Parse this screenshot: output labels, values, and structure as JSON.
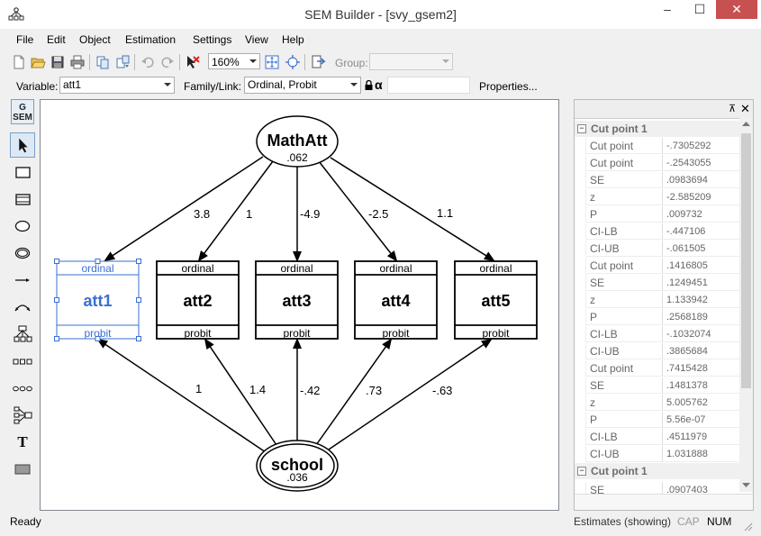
{
  "window": {
    "title": "SEM Builder - [svy_gsem2]",
    "minimize": "–",
    "maximize": "☐",
    "close": "✕"
  },
  "menu": [
    "File",
    "Edit",
    "Object",
    "Estimation",
    "Settings",
    "View",
    "Help"
  ],
  "toolbar": {
    "zoom": "160%",
    "group_label": "Group:",
    "group_value": ""
  },
  "props_bar": {
    "variable_label": "Variable:",
    "variable_value": "att1",
    "family_label": "Family/Link:",
    "family_value": "Ordinal, Probit",
    "alpha": "α",
    "properties_button": "Properties..."
  },
  "left_toolbar": {
    "gsem": [
      "G",
      "SEM"
    ],
    "text_tool": "T"
  },
  "diagram": {
    "latent_top": {
      "name": "MathAtt",
      "value": ".062"
    },
    "latent_bottom": {
      "name": "school",
      "value": ".036"
    },
    "observed": [
      {
        "name": "att1",
        "top": "ordinal",
        "bottom": "probit",
        "selected": true
      },
      {
        "name": "att2",
        "top": "ordinal",
        "bottom": "probit",
        "selected": false
      },
      {
        "name": "att3",
        "top": "ordinal",
        "bottom": "probit",
        "selected": false
      },
      {
        "name": "att4",
        "top": "ordinal",
        "bottom": "probit",
        "selected": false
      },
      {
        "name": "att5",
        "top": "ordinal",
        "bottom": "probit",
        "selected": false
      }
    ],
    "top_paths": [
      "3.8",
      "1",
      "-4.9",
      "-2.5",
      "1.1"
    ],
    "bottom_paths": [
      "1",
      "1.4",
      "-.42",
      ".73",
      "-.63"
    ]
  },
  "properties_panel": {
    "pin": "⊼",
    "close": "✕",
    "section_title": "Cut point 1",
    "section_toggle": "−",
    "rows": [
      {
        "k": "Cut point",
        "v": "-.7305292"
      },
      {
        "k": "Cut point",
        "v": "-.2543055"
      },
      {
        "k": "SE",
        "v": ".0983694"
      },
      {
        "k": "z",
        "v": "-2.585209"
      },
      {
        "k": "P",
        "v": ".009732"
      },
      {
        "k": "CI-LB",
        "v": "-.447106"
      },
      {
        "k": "CI-UB",
        "v": "-.061505"
      },
      {
        "k": "Cut point",
        "v": ".1416805"
      },
      {
        "k": "SE",
        "v": ".1249451"
      },
      {
        "k": "z",
        "v": "1.133942"
      },
      {
        "k": "P",
        "v": ".2568189"
      },
      {
        "k": "CI-LB",
        "v": "-.1032074"
      },
      {
        "k": "CI-UB",
        "v": ".3865684"
      },
      {
        "k": "Cut point",
        "v": ".7415428"
      },
      {
        "k": "SE",
        "v": ".1481378"
      },
      {
        "k": "z",
        "v": "5.005762"
      },
      {
        "k": "P",
        "v": "5.56e-07"
      },
      {
        "k": "CI-LB",
        "v": ".4511979"
      },
      {
        "k": "CI-UB",
        "v": "1.031888"
      }
    ],
    "section2_title": "Cut point 1",
    "section2_toggle": "−",
    "last_row": {
      "k": "SE",
      "v": ".0907403"
    }
  },
  "status": {
    "left": "Ready",
    "estimates": "Estimates (showing)",
    "cap": "CAP",
    "num": "NUM"
  },
  "colors": {
    "accent": "#3a6fd1",
    "close_btn": "#c75050"
  }
}
